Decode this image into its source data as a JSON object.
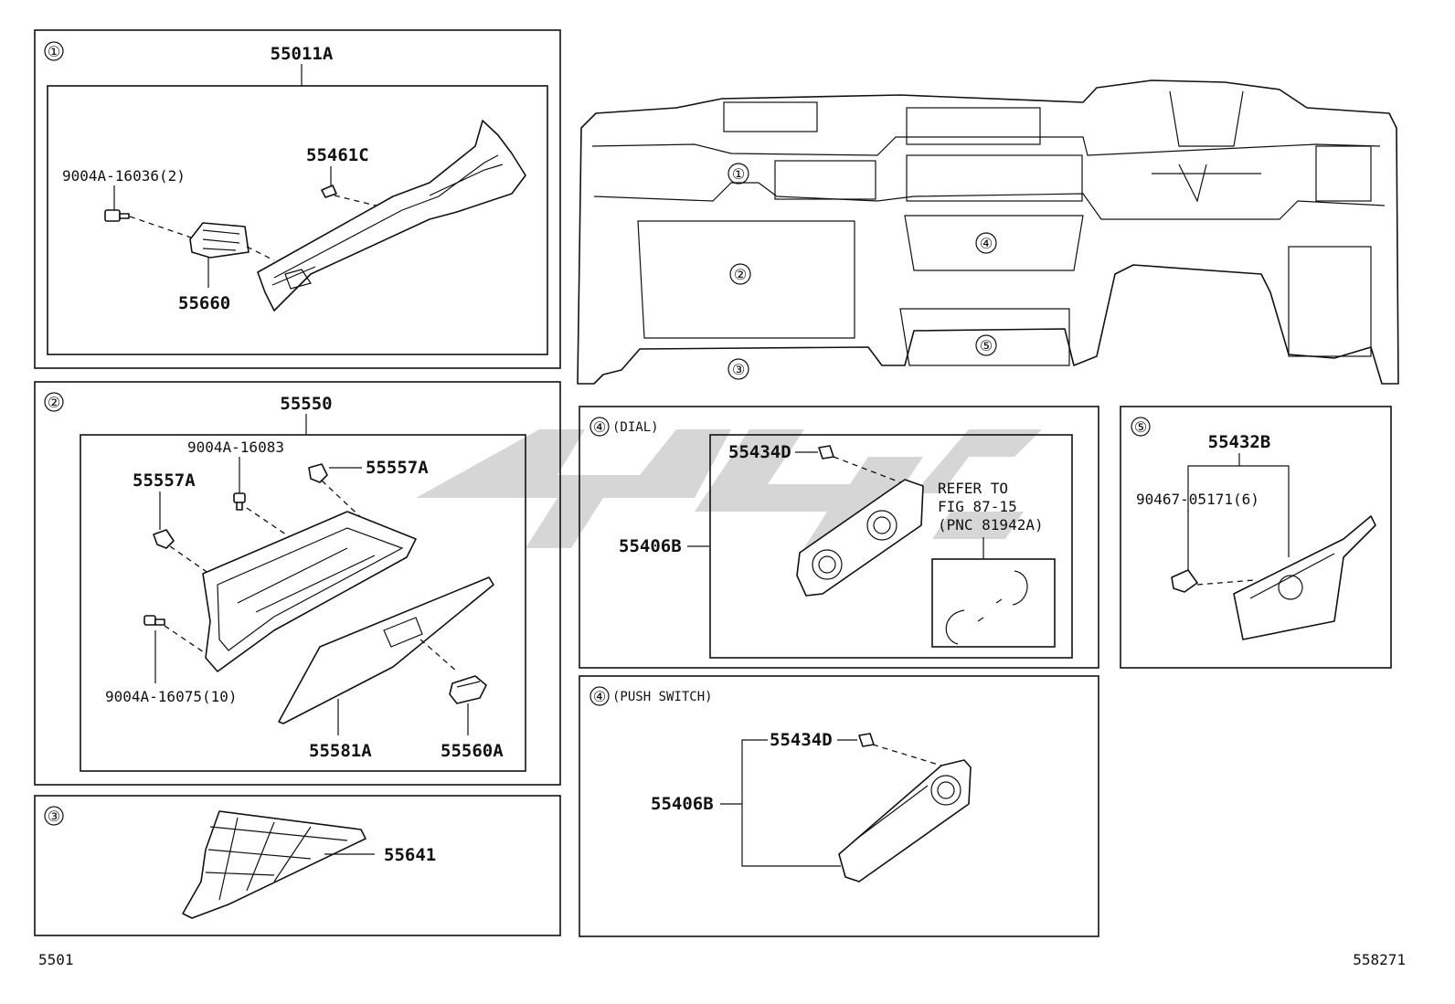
{
  "panels": {
    "p1": {
      "circle": "①",
      "assembly": "55011A",
      "parts": [
        {
          "id": "p1-bolt",
          "label": "9004A-16036(2)"
        },
        {
          "id": "p1-clip",
          "label": "55461C"
        },
        {
          "id": "p1-vent",
          "label": "55660"
        }
      ]
    },
    "p2": {
      "circle": "②",
      "assembly": "55550",
      "parts": [
        {
          "id": "p2-screw-top",
          "label": "9004A-16083"
        },
        {
          "id": "p2-stopper-right",
          "label": "55557A"
        },
        {
          "id": "p2-stopper-left",
          "label": "55557A"
        },
        {
          "id": "p2-screw-bottom",
          "label": "9004A-16075(10)"
        },
        {
          "id": "p2-door",
          "label": "55581A"
        },
        {
          "id": "p2-lock",
          "label": "55560A"
        }
      ]
    },
    "p3": {
      "circle": "③",
      "parts": [
        {
          "id": "p3-cover",
          "label": "55641"
        }
      ]
    },
    "p4dial": {
      "circle": "④",
      "caption": "(DIAL)",
      "parts": [
        {
          "id": "p4d-clip",
          "label": "55434D"
        },
        {
          "id": "p4d-panel",
          "label": "55406B"
        }
      ],
      "note": [
        "REFER TO",
        "FIG 87-15",
        "(PNC 81942A)"
      ]
    },
    "p4push": {
      "circle": "④",
      "caption": "(PUSH SWITCH)",
      "parts": [
        {
          "id": "p4p-clip",
          "label": "55434D"
        },
        {
          "id": "p4p-panel",
          "label": "55406B"
        }
      ]
    },
    "p5": {
      "circle": "⑤",
      "assembly": "55432B",
      "parts": [
        {
          "id": "p5-clip",
          "label": "90467-05171(6)"
        }
      ]
    },
    "dashboard": {
      "markers": [
        "①",
        "②",
        "③",
        "④",
        "⑤"
      ]
    }
  },
  "footer": {
    "left_code": "5501",
    "right_code": "558271"
  }
}
